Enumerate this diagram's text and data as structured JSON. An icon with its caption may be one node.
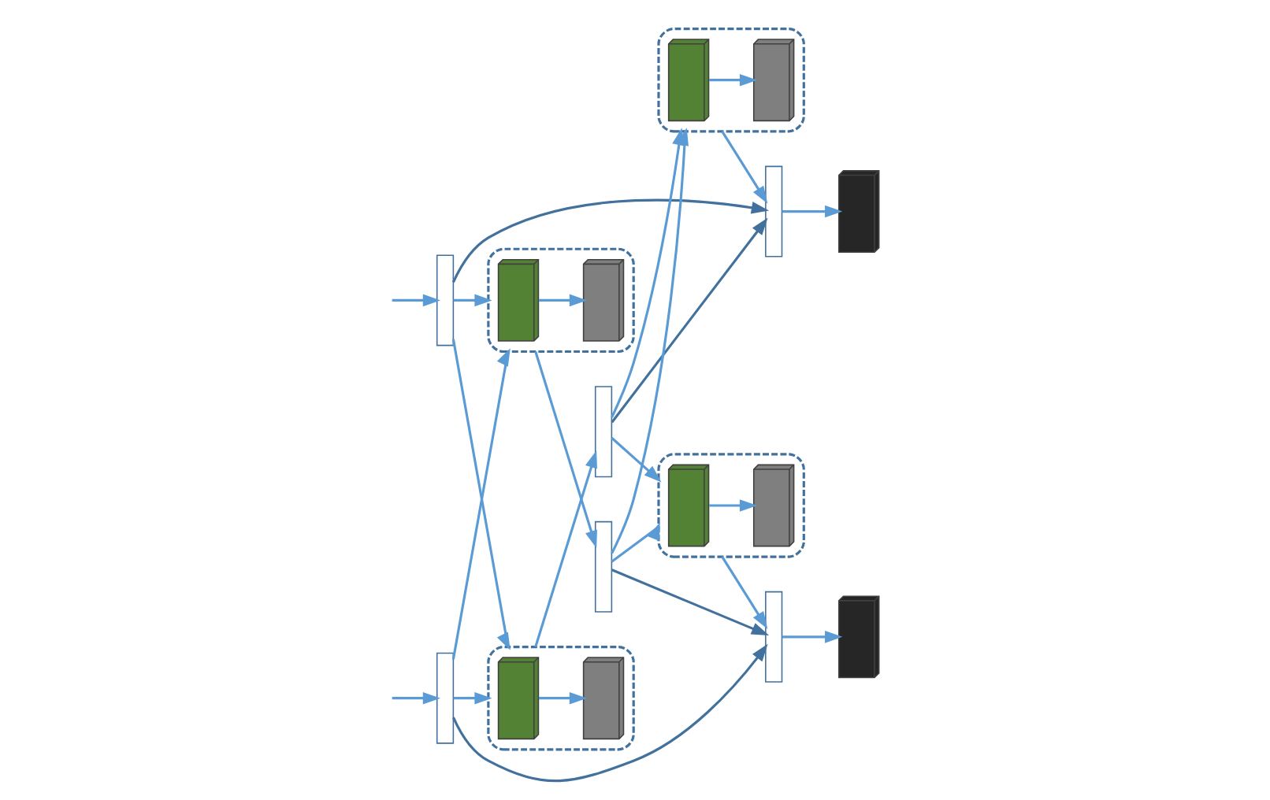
{
  "diagram": {
    "nodes": [
      {
        "text": [],
        "shape": "bar"
      },
      {
        "text": [],
        "shape": "box"
      },
      {
        "text": [],
        "shape": "box",
        "in": 1
      },
      {
        "text": [],
        "shape": "box",
        "in": 1
      },
      {
        "text": [],
        "shape": "bar"
      },
      {
        "text": [],
        "shape": "box"
      },
      {
        "text": [],
        "shape": "box",
        "in": 5
      },
      {
        "text": [],
        "shape": "box",
        "in": 5
      },
      {
        "text": [],
        "shape": "bar"
      },
      {
        "text": [],
        "shape": "box"
      },
      {
        "text": [],
        "shape": "bar"
      },
      {
        "text": [],
        "shape": "box"
      },
      {
        "text": [],
        "shape": "box",
        "in": 11
      },
      {
        "text": [],
        "shape": "box",
        "in": 11
      },
      {
        "text": [],
        "shape": "bar"
      },
      {
        "text": [],
        "shape": "box"
      },
      {
        "text": [],
        "shape": "box",
        "in": 15
      },
      {
        "text": [],
        "shape": "box",
        "in": 15
      },
      {
        "text": [],
        "shape": "bar"
      },
      {
        "text": [],
        "shape": "box"
      }
    ],
    "edges": [
      {
        "from": null,
        "to": 0,
        "arrow": "to"
      },
      {
        "from": 0,
        "to": 1,
        "arrow": "to"
      },
      {
        "from": 0,
        "to": 11,
        "arrow": "to"
      },
      {
        "from": 2,
        "to": 3,
        "arrow": "to"
      },
      {
        "from": 1,
        "to": 4,
        "arrow": "to"
      },
      {
        "from": 4,
        "to": 5,
        "arrow": "to"
      },
      {
        "from": 4,
        "to": 15,
        "arrow": "to"
      },
      {
        "from": 6,
        "to": 7,
        "arrow": "to"
      },
      {
        "from": 5,
        "to": 8,
        "arrow": "to"
      },
      {
        "from": 0,
        "to": 8,
        "arrow": "to",
        "color": "#41719c"
      },
      {
        "from": 4,
        "to": 8,
        "arrow": "to",
        "color": "#41719c"
      },
      {
        "from": 8,
        "to": 9,
        "arrow": "to"
      },
      {
        "from": null,
        "to": 10,
        "arrow": "to"
      },
      {
        "from": 10,
        "to": 11,
        "arrow": "to"
      },
      {
        "from": 10,
        "to": 1,
        "arrow": "to"
      },
      {
        "from": 12,
        "to": 13,
        "arrow": "to"
      },
      {
        "from": 11,
        "to": 14,
        "arrow": "to"
      },
      {
        "from": 14,
        "to": 15,
        "arrow": "to"
      },
      {
        "from": 14,
        "to": 5,
        "arrow": "to"
      },
      {
        "from": 16,
        "to": 17,
        "arrow": "to"
      },
      {
        "from": 15,
        "to": 18,
        "arrow": "to"
      },
      {
        "from": 10,
        "to": 18,
        "arrow": "to",
        "color": "#41719c"
      },
      {
        "from": 14,
        "to": 18,
        "arrow": "to",
        "color": "#41719c"
      },
      {
        "from": 18,
        "to": 19,
        "arrow": "to"
      }
    ]
  }
}
